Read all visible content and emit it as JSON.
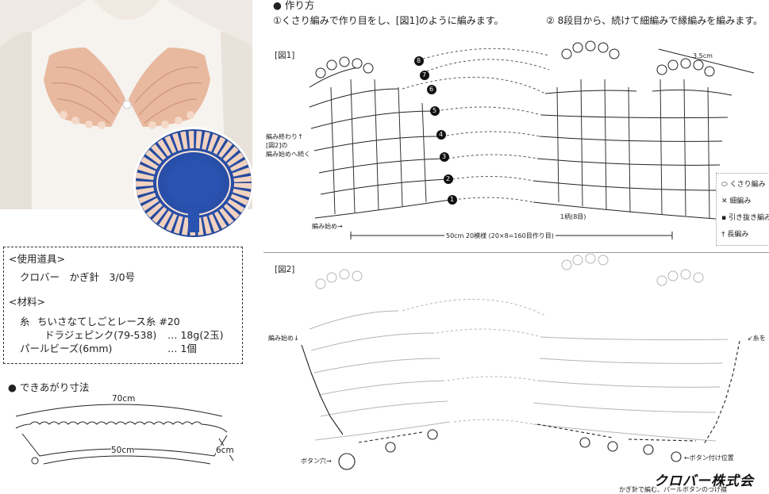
{
  "photo": {
    "alt_icons": [
      "collar-photo",
      "collar-flat-photo"
    ]
  },
  "tools": {
    "heading": "<使用道具>",
    "hook": "クロバー　かぎ針　3/0号"
  },
  "materials": {
    "heading": "<材料>",
    "yarn_label": "糸",
    "yarn_name": "ちいさなてしごとレース糸 #20",
    "yarn_color": "ドラジェピンク(79-538)",
    "yarn_amount": "… 18g(2玉)",
    "beads": "パールビーズ(6mm)",
    "beads_amount": "… 1個"
  },
  "finished": {
    "heading": "● できあがり寸法",
    "outer": "70cm",
    "inner": "50cm",
    "depth": "6cm"
  },
  "instructions": {
    "heading": "● 作り方",
    "step1": "①くさり編みで作り目をし、[図1]のように編みます。",
    "step2": "② 8段目から、続けて細編みで縁編みを編みます。"
  },
  "fig1": {
    "label": "[図1]",
    "width_note": "3.5cm",
    "end_note_1": "編み終わり↑",
    "end_note_2": "[図2]の",
    "end_note_3": "編み始めへ続く",
    "start_note": "編み始め→",
    "pattern_note": "1柄(8目)",
    "base_note": "50cm 20模様 (20×8=160目作り目)",
    "rows": [
      "1",
      "2",
      "3",
      "4",
      "5",
      "6",
      "7",
      "8"
    ]
  },
  "legend": {
    "chain": "くさり編み",
    "single": "細編み",
    "slip": "引き抜き編み",
    "treble": "長編み"
  },
  "fig2": {
    "label": "[図2]",
    "start_note": "編み始め↓",
    "thread_note": "↙糸を",
    "button_hole": "ボタン穴→",
    "button_pos": "←ボタン付け位置"
  },
  "footer": {
    "company": "クロバー株式会",
    "sub": "かぎ針で編む、パールボタンのつけ襟"
  },
  "colors": {
    "yarn": "#e9b79c",
    "bg_blue": "#2a52b0",
    "ink": "#222222",
    "faint": "#9a9a9a"
  }
}
